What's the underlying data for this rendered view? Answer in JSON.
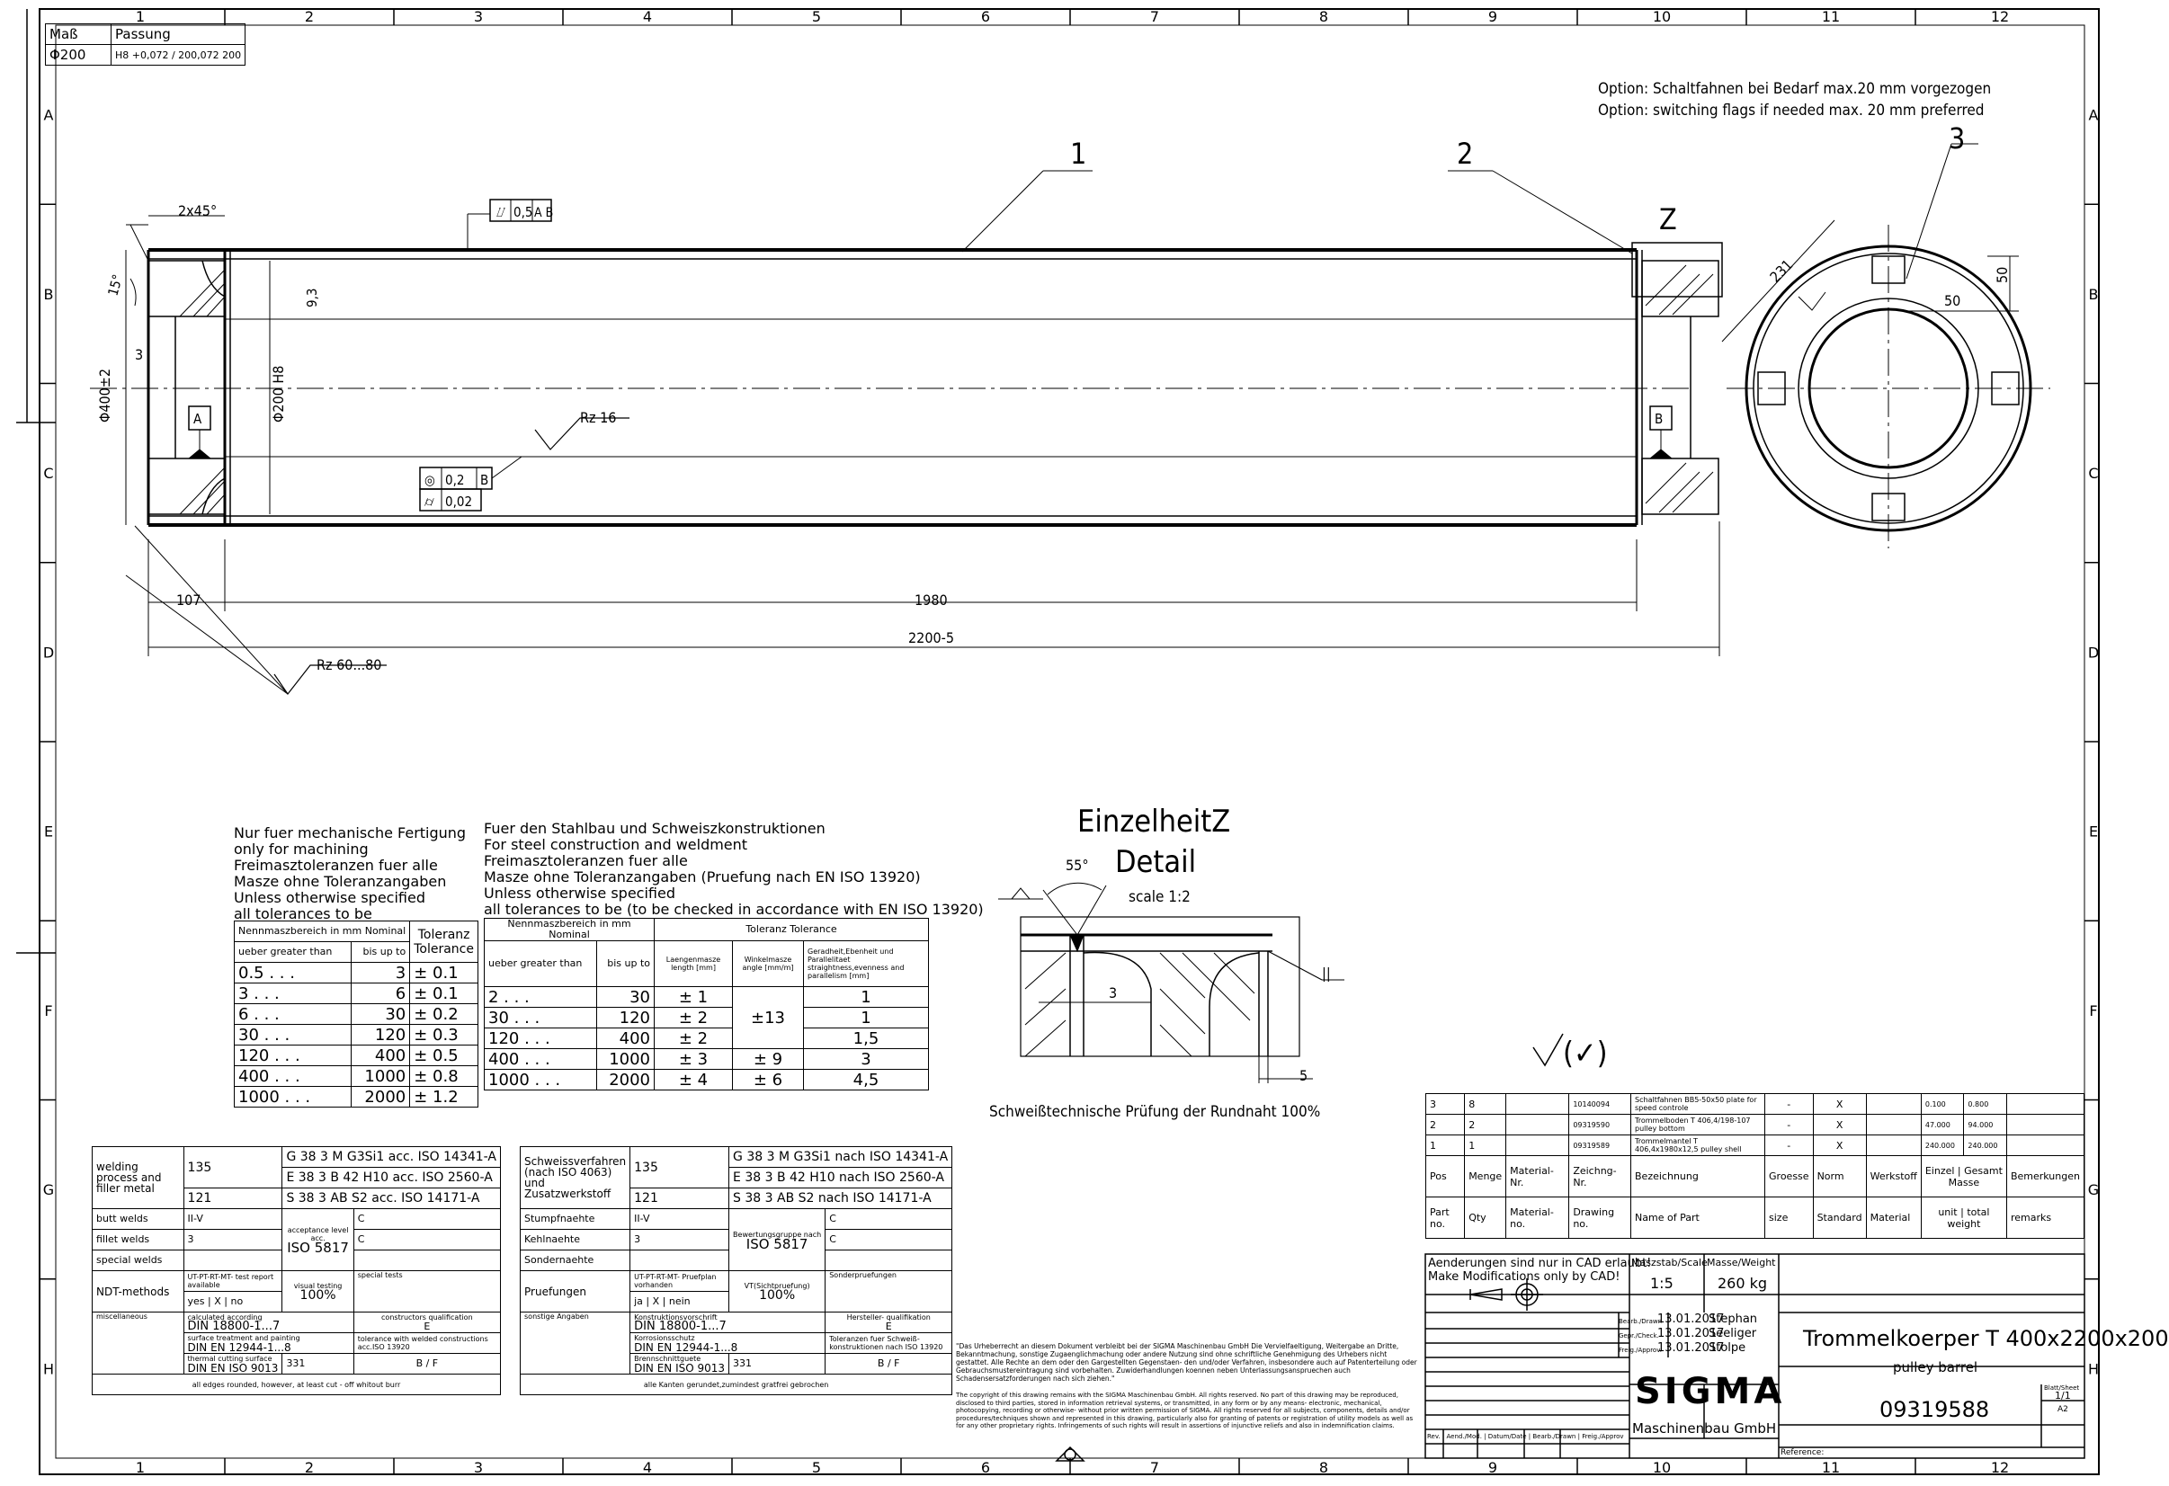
{
  "fit_table": {
    "header": [
      "Maß",
      "Passung"
    ],
    "row": [
      "Φ200",
      "H8 +0,072 / 200,072 200"
    ]
  },
  "grid": {
    "cols": [
      "1",
      "2",
      "3",
      "4",
      "5",
      "6",
      "7",
      "8",
      "9",
      "10",
      "11",
      "12"
    ],
    "rows": [
      "A",
      "B",
      "C",
      "D",
      "E",
      "F",
      "G",
      "H"
    ]
  },
  "options": [
    "Option: Schaltfahnen bei Bedarf max.20 mm vorgezogen",
    "Option: switching flags if needed max. 20 mm preferred"
  ],
  "callouts": {
    "p1": "1",
    "p2": "2",
    "p3": "3",
    "z": "Z"
  },
  "dims": {
    "chamfer": "2x45°",
    "angle15": "15°",
    "d3": "3",
    "dia400": "Φ400±2",
    "wall": "9,3",
    "dia200": "Φ200 H8",
    "flatness": "0,5",
    "flat_ref": "A B",
    "rz16": "Rz 16",
    "conc": "0,2",
    "conc_ref": "B",
    "cyl": "0,02",
    "datum_a": "A",
    "datum_b": "B",
    "d107": "107",
    "d1980": "1980",
    "d2200": "2200-5",
    "rz60": "Rz 60...80",
    "d231": "231",
    "d50a": "50",
    "d50b": "50"
  },
  "detail": {
    "title1": "EinzelheitZ",
    "title2": "Detail",
    "scale": "scale 1:2",
    "angle": "55°",
    "d3": "3",
    "d5": "5",
    "weld_sym": "||",
    "note": "Schweißtechnische Prüfung der Rundnaht 100%"
  },
  "surface_general": "(✓)",
  "tol1": {
    "intro": [
      "Nur fuer mechanische Fertigung",
      "only for machining",
      "Freimasztoleranzen fuer alle",
      "Masze ohne Toleranzangaben",
      "Unless otherwise specified",
      "all tolerances to be"
    ],
    "h_nominal": "Nennmaszbereich in mm Nominal",
    "h_tol": "Toleranz Tolerance",
    "h_over": "ueber greater than",
    "h_upto": "bis up to",
    "rows": [
      [
        "0.5 . . .",
        "3",
        "± 0.1"
      ],
      [
        "3 . . .",
        "6",
        "± 0.1"
      ],
      [
        "6 . . .",
        "30",
        "± 0.2"
      ],
      [
        "30 . . .",
        "120",
        "± 0.3"
      ],
      [
        "120 . . .",
        "400",
        "± 0.5"
      ],
      [
        "400 . . .",
        "1000",
        "± 0.8"
      ],
      [
        "1000 . . .",
        "2000",
        "± 1.2"
      ]
    ]
  },
  "tol2": {
    "intro": [
      "Fuer den Stahlbau und Schweiszkonstruktionen",
      "For steel construction and weldment",
      "Freimasztoleranzen fuer alle",
      "Masze ohne Toleranzangaben (Pruefung nach EN ISO 13920)",
      "Unless otherwise specified",
      "all tolerances to be (to be checked in accordance with EN ISO 13920)"
    ],
    "h_nominal": "Nennmaszbereich in mm Nominal",
    "h_tol": "Toleranz Tolerance",
    "h_over": "ueber greater than",
    "h_upto": "bis up to",
    "h_len": "Laengenmasze length [mm]",
    "h_ang": "Winkelmasze angle [mm/m]",
    "h_str": "Geradheit,Ebenheit und Parallelitaet straightness,evenness and parallelism [mm]",
    "rows": [
      [
        "2 . . .",
        "30",
        "± 1",
        "",
        "1"
      ],
      [
        "30 . . .",
        "120",
        "± 2",
        "±13",
        "1"
      ],
      [
        "120 . . .",
        "400",
        "± 2",
        "",
        "1,5"
      ],
      [
        "400 . . .",
        "1000",
        "± 3",
        "± 9",
        "3"
      ],
      [
        "1000 . . .",
        "2000",
        "± 4",
        "± 6",
        "4,5"
      ]
    ]
  },
  "weld_en": {
    "process_label": "welding process and filler metal",
    "p1": "135",
    "p2": "121",
    "m1": "G 38 3 M G3Si1 acc. ISO 14341-A",
    "m2": "E 38 3 B 42 H10 acc. ISO 2560-A",
    "m3": "S 38 3 AB S2  acc. ISO 14171-A",
    "butt": "butt welds",
    "butt_v": "II-V",
    "fillet": "fillet welds",
    "fillet_v": "3",
    "special": "special welds",
    "acc_level": "acceptance level acc.",
    "iso5817": "ISO 5817",
    "c1": "C",
    "c2": "C",
    "ndt": "NDT-methods",
    "ndt_rep": "UT-PT-RT-MT- test report available",
    "yes": "yes",
    "x": "X",
    "no": "no",
    "visual": "visual testing",
    "pct": "100%",
    "special_tests": "special tests",
    "misc": "miscellaneous",
    "calc": "calculated according",
    "din18800": "DIN 18800-1...7",
    "constr": "constructors qualification",
    "e": "E",
    "surface": "surface treatment and painting",
    "din12944": "DIN EN 12944-1...8",
    "tol_weld": "tolerance with welded constructions acc.ISO 13920",
    "thermal": "thermal cutting surface",
    "din9013": "DIN EN ISO 9013",
    "n331": "331",
    "bf": "B / F",
    "footer": "all edges rounded, however, at least cut - off whitout burr"
  },
  "weld_de": {
    "process_label": "Schweissverfahren (nach ISO 4063) und Zusatzwerkstoff",
    "p1": "135",
    "p2": "121",
    "m1": "G 38 3 M G3Si1 nach ISO 14341-A",
    "m2": "E 38 3 B 42 H10 nach ISO 2560-A",
    "m3": "S 38 3 AB S2   nach ISO 14171-A",
    "butt": "Stumpfnaehte",
    "butt_v": "II-V",
    "fillet": "Kehlnaehte",
    "fillet_v": "3",
    "special": "Sondernaehte",
    "acc_level": "Bewertungsgruppe nach",
    "iso5817": "ISO 5817",
    "c1": "C",
    "c2": "C",
    "ndt": "Pruefungen",
    "ndt_rep": "UT-PT-RT-MT- Pruefplan vorhanden",
    "yes": "ja",
    "x": "X",
    "no": "nein",
    "visual": "VT(Sichtpruefung)",
    "pct": "100%",
    "special_tests": "Sonderpruefungen",
    "misc": "sonstige Angaben",
    "calc": "Konstruktionsvorschrift",
    "din18800": "DIN 18800-1...7",
    "constr": "Hersteller- qualifikation",
    "e": "E",
    "surface": "Korrosionsschutz",
    "din12944": "DIN EN 12944-1...8",
    "tol_weld": "Toleranzen fuer Schweiß- konstruktionen nach ISO 13920",
    "thermal": "Brennschnittguete",
    "din9013": "DIN EN ISO 9013",
    "n331": "331",
    "bf": "B / F",
    "footer": "alle Kanten gerundet,zumindest gratfrei gebrochen"
  },
  "copyright": {
    "de": "\"Das Urheberrecht an diesem Dokument verbleibt bei der SIGMA Maschinenbau GmbH Die Vervielfaeltigung, Weitergabe an Dritte, Bekanntmachung, sonstige Zugaenglichmachung oder andere Nutzung sind ohne schriftliche Genehmigung des Urhebers nicht gestattet. Alle Rechte an dem oder den Gargestellten Gegenstaen- den und/oder Verfahren, insbesondere auch auf Patenterteilung oder Gebrauchsmustereintragung sind vorbehalten. Zuwiderhandlungen koennen neben Unterlassungsanspruechen auch Schadensersatzforderungen nach sich ziehen.\"",
    "en": "The copyright of this drawing remains with the SIGMA Maschinenbau GmbH. All rights reserved. No part of this drawing may be reproduced, disclosed to third parties, stored in information retrieval systems, or transmitted, in any form or by any means- electronic, mechanical, photocopying, recording or otherwise- without prior written permission of SIGMA. All rights reserved for all subjects, components, details and/or procedures/techniques shown and represented in this drawing, particularly also for granting of patents or registration of utility models as well as for any other proprietary rights. Infringements of such rights will result in assertions of injunctive reliefs and also in indemnification claims."
  },
  "bom": {
    "rows": [
      {
        "pos": "3",
        "qty": "8",
        "mat": "",
        "drw": "10140094",
        "name": "Schaltfahnen BB5-50x50 plate for speed controle",
        "size": "-",
        "norm": "X",
        "unit": "0.100",
        "total": "0.800"
      },
      {
        "pos": "2",
        "qty": "2",
        "mat": "",
        "drw": "09319590",
        "name": "Trommelboden T 406,4/198-107 pulley bottom",
        "size": "-",
        "norm": "X",
        "unit": "47.000",
        "total": "94.000"
      },
      {
        "pos": "1",
        "qty": "1",
        "mat": "",
        "drw": "09319589",
        "name": "Trommelmantel T 406,4x1980x12,5 pulley shell",
        "size": "-",
        "norm": "X",
        "unit": "240.000",
        "total": "240.000"
      }
    ],
    "h1": [
      "Pos",
      "Menge",
      "Material- Nr.",
      "Zeichng- Nr.",
      "Bezeichnung",
      "Groesse",
      "Norm",
      "Werkstoff",
      "Einzel",
      "Gesamt",
      "Bemerkungen"
    ],
    "h_masse": "Masse",
    "h2": [
      "Part no.",
      "Qty",
      "Material- no.",
      "Drawing no.",
      "Name of Part",
      "size",
      "Standard",
      "Material",
      "unit",
      "total",
      "remarks"
    ],
    "h_weight": "weight"
  },
  "title_block": {
    "cad1": "Aenderungen sind nur in CAD erlaubt!",
    "cad2": "Make Modifications only by CAD!",
    "scale_label": "Maszstab/Scale",
    "scale": "1:5",
    "mass_label": "Masse/Weight",
    "mass": "260 kg",
    "bearb": "Bearb./Drawn",
    "gepr": "Gepr./Check.",
    "freig": "Freig./Approv.",
    "date1": "13.01.2017",
    "date2": "13.01.2017",
    "date3": "13.01.2017",
    "name1": "Stephan",
    "name2": "Seeliger",
    "name3": "Stolpe",
    "rev_cols": [
      "Rev.",
      "Aend./Mod.",
      "Datum/Date",
      "Bearb./Drawn",
      "Freig./Approv"
    ],
    "logo": "SIGMA",
    "company": "Maschinenbau GmbH",
    "title": "Trommelkoerper T 400x2200x200",
    "subtitle": "pulley barrel",
    "number": "09319588",
    "sheet_label": "Blatt/Sheet",
    "sheet": "1/1",
    "format": "A2",
    "reference": "Reference:"
  }
}
